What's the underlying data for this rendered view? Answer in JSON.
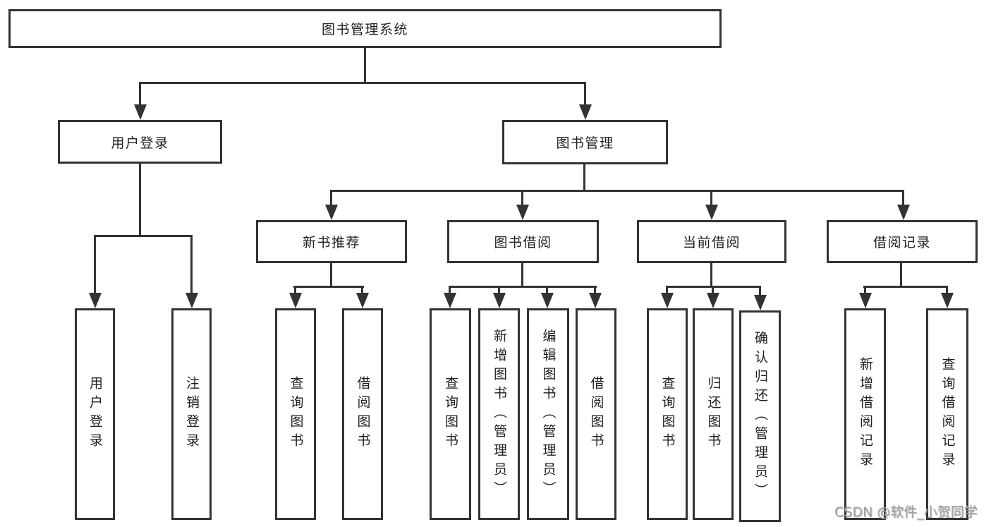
{
  "colors": {
    "line": "#333333",
    "text": "#1f1f1f",
    "background": "#ffffff",
    "watermark": "#a3a3a3"
  },
  "tree": {
    "root": {
      "label": "图书管理系统",
      "children": {
        "user_login": {
          "label": "用户登录",
          "children": {
            "login": {
              "label": "用户登录"
            },
            "logout": {
              "label": "注销登录"
            }
          }
        },
        "book_mgmt": {
          "label": "图书管理",
          "children": {
            "new_book_rec": {
              "label": "新书推荐",
              "children": {
                "query": {
                  "label": "查询图书"
                },
                "borrow": {
                  "label": "借阅图书"
                }
              }
            },
            "book_borrow": {
              "label": "图书借阅",
              "children": {
                "query": {
                  "label": "查询图书"
                },
                "add": {
                  "label": "新增图书（管理员）"
                },
                "edit": {
                  "label": "编辑图书（管理员）"
                },
                "borrow": {
                  "label": "借阅图书"
                }
              }
            },
            "current_borrow": {
              "label": "当前借阅",
              "children": {
                "query": {
                  "label": "查询图书"
                },
                "return": {
                  "label": "归还图书"
                },
                "confirm": {
                  "label": "确认归还（管理员）"
                }
              }
            },
            "borrow_record": {
              "label": "借阅记录",
              "children": {
                "add": {
                  "label": "新增借阅记录"
                },
                "query": {
                  "label": "查询借阅记录"
                }
              }
            }
          }
        }
      }
    }
  },
  "watermark": {
    "text": "CSDN @软件_小贺同学"
  }
}
